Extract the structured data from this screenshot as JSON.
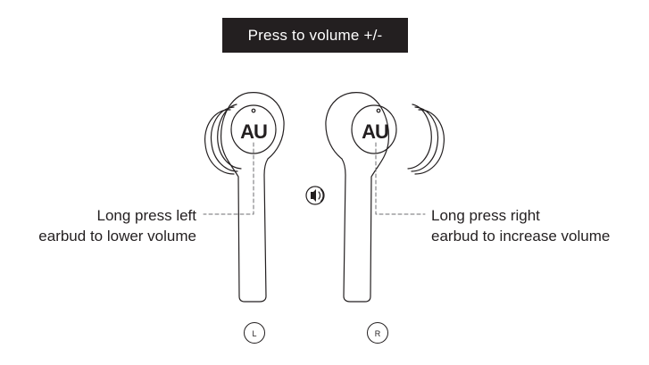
{
  "title": "Press to volume +/-",
  "left_instruction": {
    "line1": "Long press left",
    "line2": "earbud to lower volume"
  },
  "right_instruction": {
    "line1": "Long press right",
    "line2": "earbud to increase volume"
  },
  "left_earbud": {
    "logo": "AU",
    "side_label": "L"
  },
  "right_earbud": {
    "logo": "AU",
    "side_label": "R"
  },
  "center_icon": "sound-wave-icon",
  "colors": {
    "ink": "#231f20",
    "banner_background": "#231f20",
    "banner_text": "#ffffff"
  }
}
